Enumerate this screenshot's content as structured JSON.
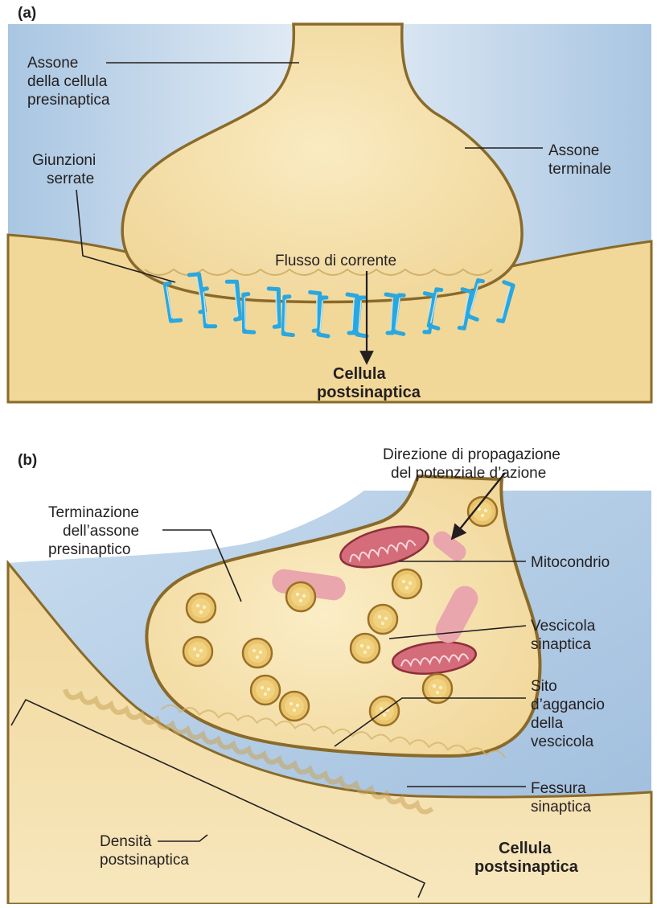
{
  "panel_a": {
    "tag": "(a)",
    "labels": {
      "presynaptic_axon_line1": "Assone",
      "presynaptic_axon_line2": "della cellula",
      "presynaptic_axon_line3": "presinaptica",
      "axon_terminal_line1": "Assone",
      "axon_terminal_line2": "terminale",
      "gap_junctions_line1": "Giunzioni",
      "gap_junctions_line2": "serrate",
      "current_flow": "Flusso di corrente",
      "postsynaptic_cell_line1": "Cellula",
      "postsynaptic_cell_line2": "postsinaptica"
    }
  },
  "panel_b": {
    "tag": "(b)",
    "labels": {
      "propagation_line1": "Direzione di propagazione",
      "propagation_line2": "del potenziale d’azione",
      "terminal_line1": "Terminazione",
      "terminal_line2": "dell’assone",
      "terminal_line3": "presinaptico",
      "mitochondrion": "Mitocondrio",
      "vesicle_line1": "Vescicola",
      "vesicle_line2": "sinaptica",
      "docking_line1": "Sito",
      "docking_line2": "d’aggancio",
      "docking_line3": "della",
      "docking_line4": "vescicola",
      "cleft_line1": "Fessura",
      "cleft_line2": "sinaptica",
      "density_line1": "Densità",
      "density_line2": "postsinaptica",
      "postsynaptic_cell_line1": "Cellula",
      "postsynaptic_cell_line2": "postsinaptica"
    }
  },
  "colors": {
    "background_blue": "#b9d3e8",
    "cell_tan": "#f5dfa3",
    "membrane_brown": "#8a6a2a",
    "gap_junction_blue": "#2aa7de",
    "mitochondrion_pink": "#d9707d",
    "vesicle_gold": "#e9c36d"
  }
}
